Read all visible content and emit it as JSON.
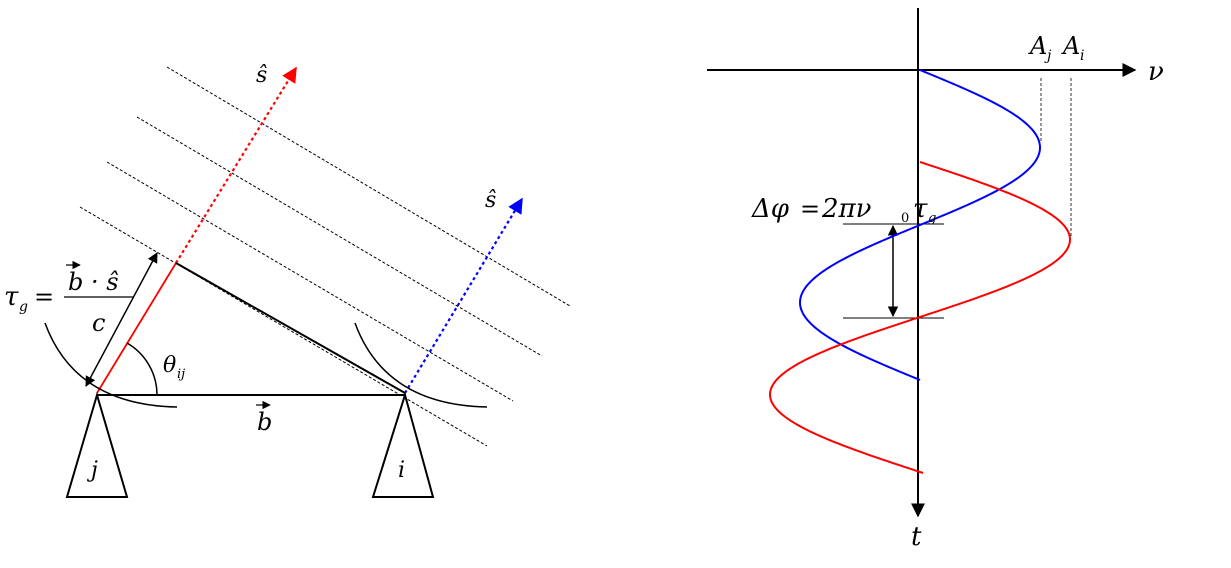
{
  "left_diagram": {
    "labels": {
      "s_hat_red": "ŝ",
      "s_hat_blue": "ŝ",
      "tau_g": "τ",
      "tau_g_sub": "g",
      "equals": "=",
      "b_dot_s": "b · ŝ",
      "c": "c",
      "theta": "θ",
      "theta_sub": "ij",
      "b_vec": "b",
      "antenna_j": "j",
      "antenna_i": "i"
    },
    "colors": {
      "red_ray": "#ff0000",
      "blue_ray": "#0000ff",
      "lines": "#000000"
    }
  },
  "right_diagram": {
    "labels": {
      "A_j": "A",
      "A_j_sub": "j",
      "A_i": "A",
      "A_i_sub": "i",
      "nu": "ν",
      "t": "t",
      "delta_phi": "Δφ",
      "equals": "=",
      "two_pi_nu": "2πν",
      "nu_sub": "0",
      "tau": "τ",
      "tau_sub": "g"
    },
    "colors": {
      "wave_j": "#0000ff",
      "wave_i": "#ff0000",
      "axes": "#000000"
    }
  }
}
